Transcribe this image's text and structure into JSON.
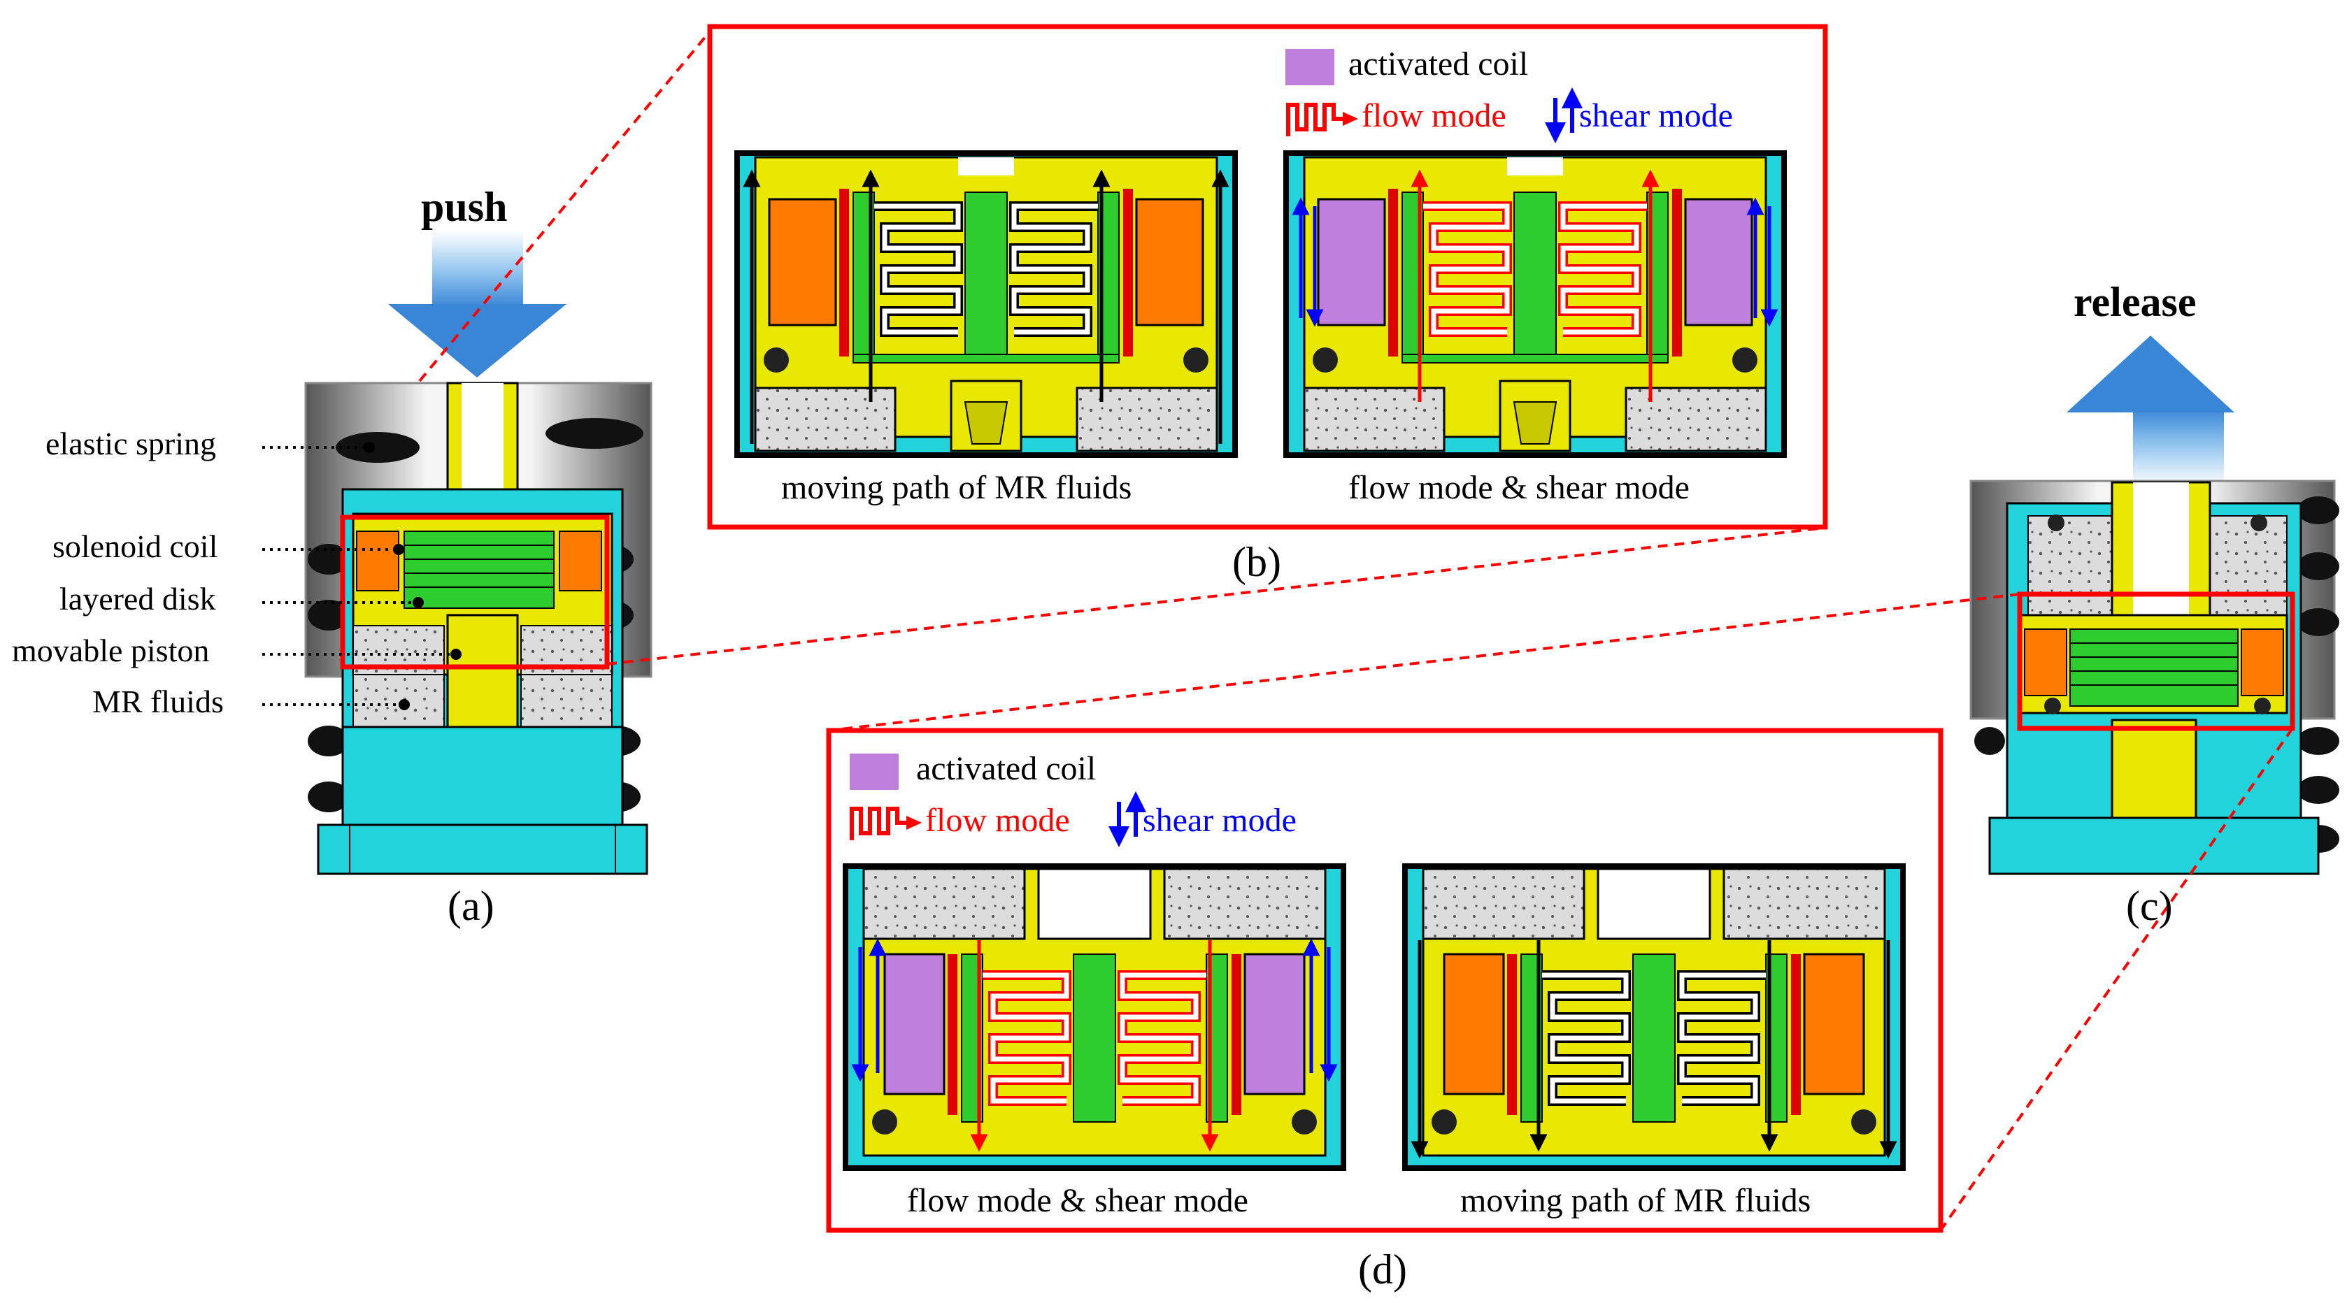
{
  "panel_a": {
    "action": "push",
    "labels": {
      "spring": "elastic spring",
      "coil": "solenoid coil",
      "disk": "layered disk",
      "piston": "movable piston",
      "fluid": "MR fluids"
    },
    "caption": "(a)"
  },
  "panel_b": {
    "legend": {
      "activated": "activated coil",
      "flow": "flow mode",
      "shear": "shear mode"
    },
    "left_caption": "moving path of MR fluids",
    "right_caption": "flow mode & shear mode",
    "caption": "(b)"
  },
  "panel_c": {
    "action": "release",
    "caption": "(c)"
  },
  "panel_d": {
    "legend": {
      "activated": "activated coil",
      "flow": "flow mode",
      "shear": "shear mode"
    },
    "left_caption": "flow mode & shear mode",
    "right_caption": "moving path of MR fluids",
    "caption": "(d)"
  },
  "colors": {
    "highlight_box": "#ff0000",
    "housing": "#22d3dc",
    "frame": "#e8e800",
    "coil": "#ff7a00",
    "activated_coil": "#bf7fdc",
    "disk": "#2ecc2e",
    "fluid": "#dcdcdc",
    "flow_path": "#ff0000",
    "shear_arrow": "#0000ff"
  }
}
